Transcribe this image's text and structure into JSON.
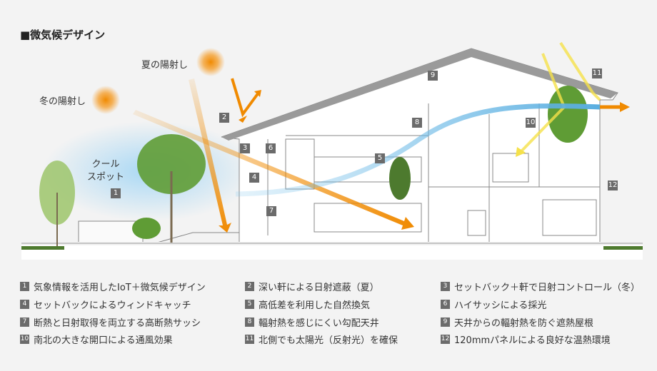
{
  "title": "■微気候デザイン",
  "labels": {
    "summer_sun": "夏の陽射し",
    "winter_sun": "冬の陽射し",
    "cool_spot": "クール\nスポット"
  },
  "markers": [
    "1",
    "2",
    "3",
    "4",
    "5",
    "6",
    "7",
    "8",
    "9",
    "10",
    "11",
    "12"
  ],
  "legend": [
    {
      "n": "1",
      "text": "気象情報を活用したIoT＋微気候デザイン"
    },
    {
      "n": "2",
      "text": "深い軒による日射遮蔽（夏）"
    },
    {
      "n": "3",
      "text": "セットバック＋軒で日射コントロール（冬）"
    },
    {
      "n": "4",
      "text": "セットバックによるウィンドキャッチ"
    },
    {
      "n": "5",
      "text": "高低差を利用した自然換気"
    },
    {
      "n": "6",
      "text": "ハイサッシによる採光"
    },
    {
      "n": "7",
      "text": "断熱と日射取得を両立する高断熱サッシ"
    },
    {
      "n": "8",
      "text": "輻射熱を感じにくい勾配天井"
    },
    {
      "n": "9",
      "text": "天井からの輻射熱を防ぐ遮熱屋根"
    },
    {
      "n": "10",
      "text": "南北の大きな開口による通風効果"
    },
    {
      "n": "11",
      "text": "北側でも太陽光（反射光）を確保"
    },
    {
      "n": "12",
      "text": "120mmパネルによる良好な温熱環境"
    }
  ],
  "colors": {
    "sun": "#f08a00",
    "wind": "#7cc4ec",
    "marker": "#6b6b6b",
    "grass": "#4d7a2e"
  }
}
